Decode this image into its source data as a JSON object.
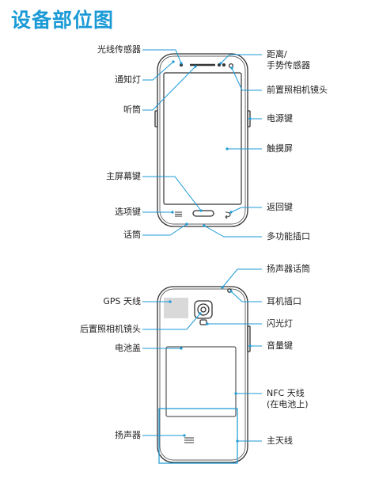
{
  "title": "设备部位图",
  "front_labels": {
    "light_sensor": "光线传感器",
    "notification_led": "通知灯",
    "earpiece": "听筒",
    "home_key": "主屏幕键",
    "options_key": "选项键",
    "microphone": "话筒",
    "proximity_line1": "距离/",
    "proximity_line2": "手势传感器",
    "front_camera": "前置照相机镜头",
    "power_key": "电源键",
    "touchscreen": "触摸屏",
    "back_key": "返回键",
    "multipurpose_jack": "多功能插口"
  },
  "back_labels": {
    "speaker_mic": "扬声器话筒",
    "gps_antenna": "GPS 天线",
    "headset_jack": "耳机插口",
    "rear_camera": "后置照相机镜头",
    "flash": "闪光灯",
    "battery_cover": "电池盖",
    "volume_key": "音量键",
    "nfc_line1": "NFC 天线",
    "nfc_line2": "(在电池上)",
    "speaker": "扬声器",
    "main_antenna": "主天线"
  },
  "colors": {
    "title": "#1b9ad6",
    "leader": "#1b9ad6",
    "outline": "#333333",
    "antenna_fill": "#d9d9d9"
  }
}
